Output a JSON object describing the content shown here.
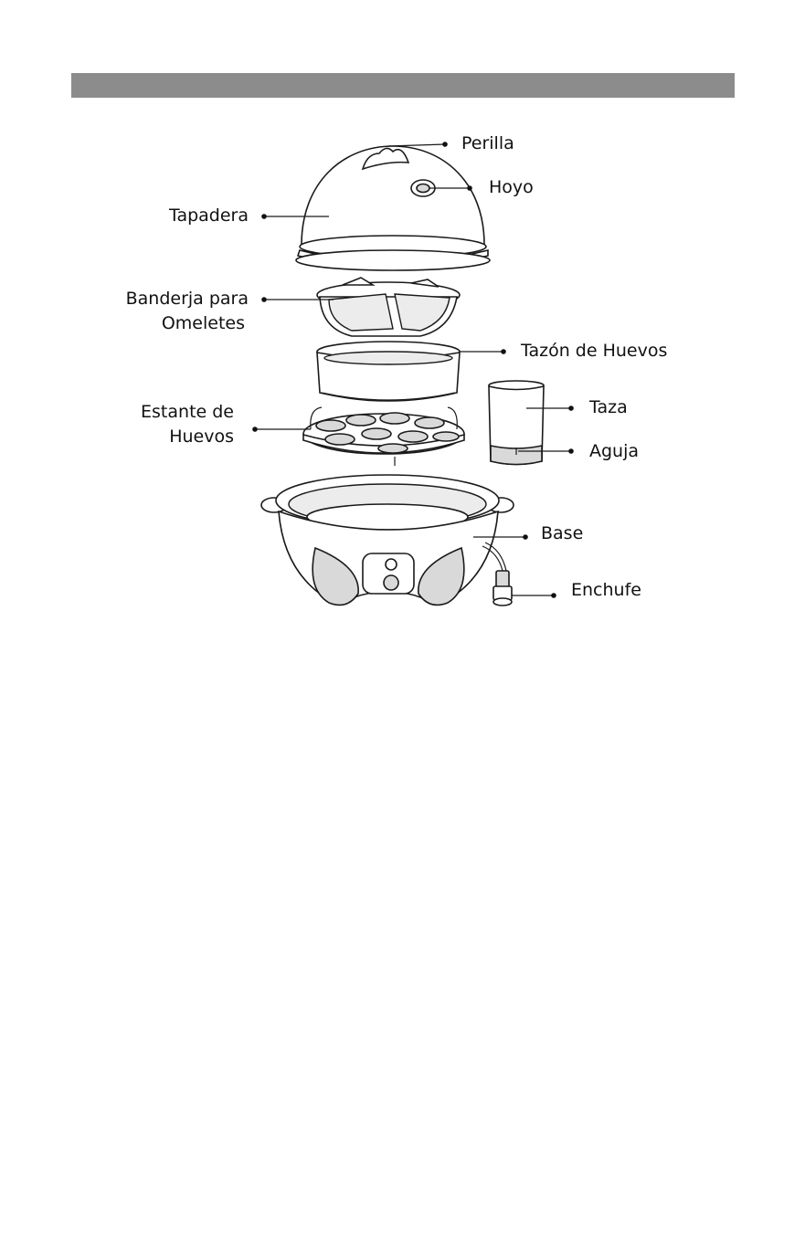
{
  "labels": {
    "perilla": "Perilla",
    "hoyo": "Hoyo",
    "tapadera": "Tapadera",
    "bandeja_line1": "Banderja para",
    "bandeja_line2": "Omeletes",
    "tazon": "Tazón de Huevos",
    "estante_line1": "Estante de",
    "estante_line2": "Huevos",
    "taza": "Taza",
    "aguja": "Aguja",
    "base": "Base",
    "enchufe": "Enchufe"
  },
  "colors": {
    "header_bar": "#8c8c8c",
    "line": "#1a1a1a",
    "shade": "#d9d9d9"
  }
}
